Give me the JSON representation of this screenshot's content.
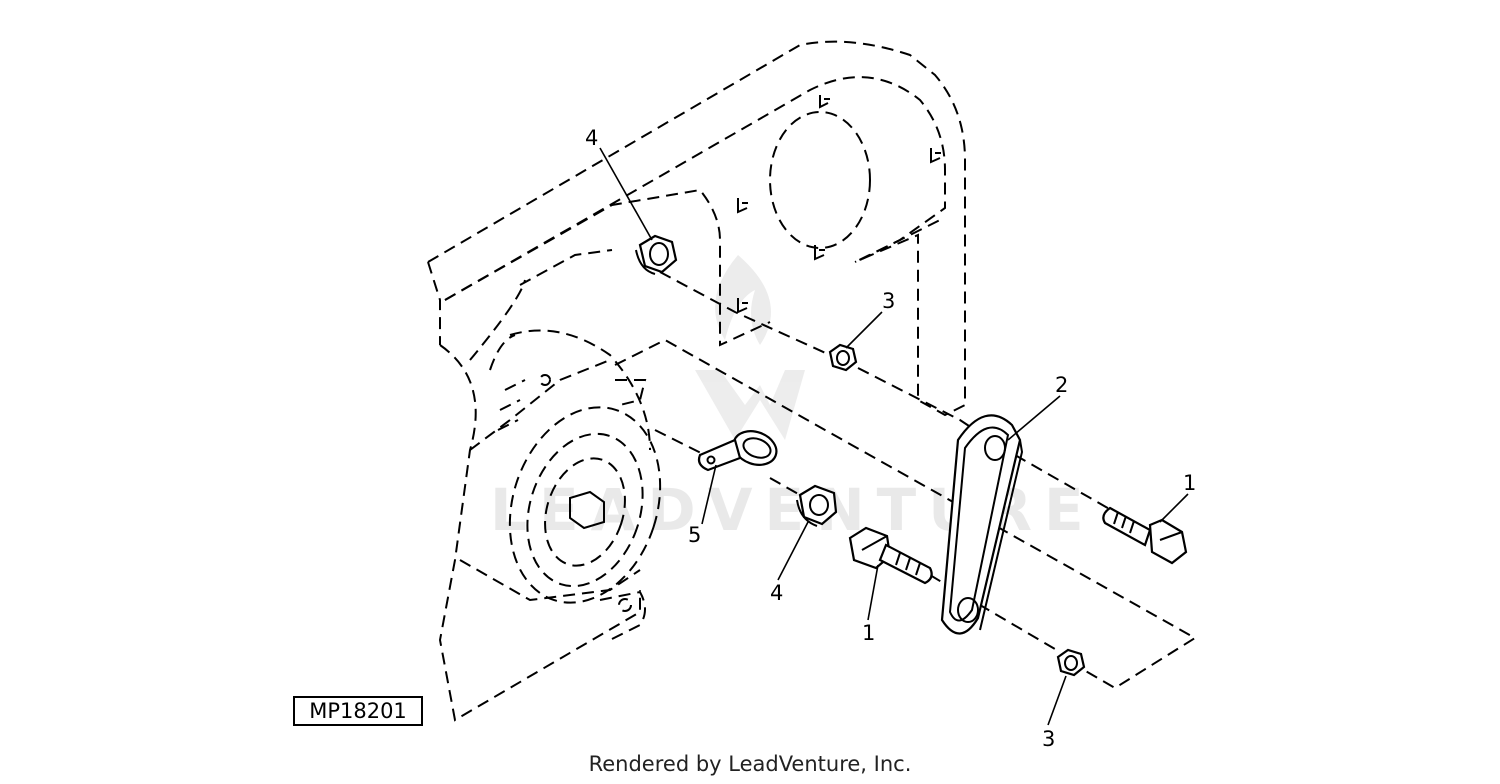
{
  "diagram": {
    "drawing_id": "MP18201",
    "watermark": "LEADVENTURE",
    "credit": "Rendered by LeadVenture, Inc.",
    "callouts": {
      "top_left_nut": "4",
      "upper_nut": "3",
      "link": "2",
      "right_bolt": "1",
      "clamp": "5",
      "center_nut": "4",
      "center_bolt": "1",
      "lower_nut": "3"
    }
  }
}
